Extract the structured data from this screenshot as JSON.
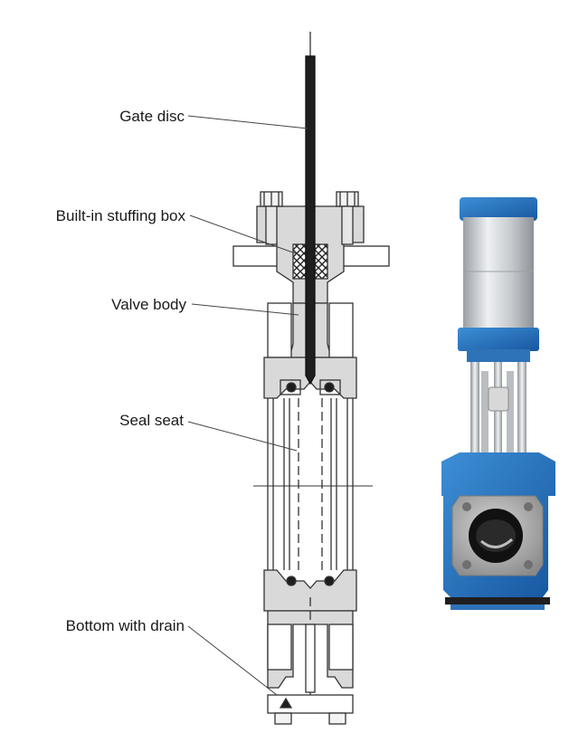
{
  "labels": {
    "gate_disc": "Gate disc",
    "stuffing_box": "Built-in stuffing box",
    "valve_body": "Valve body",
    "seal_seat": "Seal seat",
    "bottom_drain": "Bottom with drain"
  },
  "colors": {
    "line": "#333333",
    "body_fill": "#d9d9d9",
    "gate_fill": "#1e1e1e",
    "valve_blue": "#1f6fb5",
    "cylinder": "#c8ccd0",
    "steel": "#a9a9a9"
  }
}
